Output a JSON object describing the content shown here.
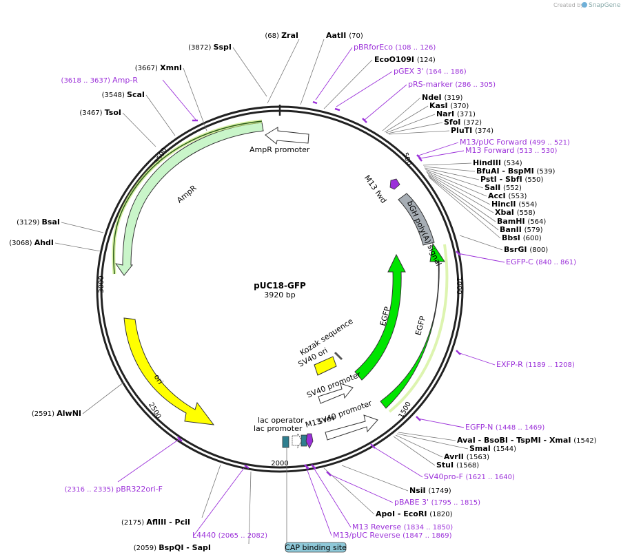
{
  "credit": {
    "text": "Created by",
    "brand": "SnapGene"
  },
  "plasmid": {
    "name": "pUC18-GFP",
    "length": "3920 bp"
  },
  "ticks": [
    "500",
    "1000",
    "1500",
    "2000",
    "2500",
    "3000",
    "3500"
  ],
  "features": {
    "ampr": "AmpR",
    "ampr_promoter": "AmpR promoter",
    "ori": "ori",
    "m13_fwd": "M13 fwd",
    "bgh_polya": "bGH poly(A) signal",
    "egfp_inner": "EGFP",
    "egfp_outer": "EGFP",
    "kozak": "Kozak sequence",
    "sv40_ori": "SV40 ori",
    "sv40_promoter": "SV40 promoter",
    "lac_operator": "lac operator",
    "lac_promoter": "lac promoter",
    "m13_rev": "M13 rev",
    "cap_binding_site": "CAP binding site"
  },
  "sites": [
    {
      "name": "ZraI",
      "pos": "(68)"
    },
    {
      "name": "AatII",
      "pos": "(70)"
    },
    {
      "name": "EcoO109I",
      "pos": "(124)"
    },
    {
      "name": "NdeI",
      "pos": "(319)"
    },
    {
      "name": "KasI",
      "pos": "(370)"
    },
    {
      "name": "NarI",
      "pos": "(371)"
    },
    {
      "name": "SfoI",
      "pos": "(372)"
    },
    {
      "name": "PluTI",
      "pos": "(374)"
    },
    {
      "name": "HindIII",
      "pos": "(534)"
    },
    {
      "name": "BfuAI - BspMI",
      "pos": "(539)"
    },
    {
      "name": "PstI - SbfI",
      "pos": "(550)"
    },
    {
      "name": "SalI",
      "pos": "(552)"
    },
    {
      "name": "AccI",
      "pos": "(553)"
    },
    {
      "name": "HincII",
      "pos": "(554)"
    },
    {
      "name": "XbaI",
      "pos": "(558)"
    },
    {
      "name": "BamHI",
      "pos": "(564)"
    },
    {
      "name": "BanII",
      "pos": "(579)"
    },
    {
      "name": "BbsI",
      "pos": "(600)"
    },
    {
      "name": "BsrGI",
      "pos": "(800)"
    },
    {
      "name": "AvaI - BsoBI - TspMI - XmaI",
      "pos": "(1542)"
    },
    {
      "name": "SmaI",
      "pos": "(1544)"
    },
    {
      "name": "AvrII",
      "pos": "(1563)"
    },
    {
      "name": "StuI",
      "pos": "(1568)"
    },
    {
      "name": "NsiI",
      "pos": "(1749)"
    },
    {
      "name": "ApoI - EcoRI",
      "pos": "(1820)"
    },
    {
      "name": "BspQI - SapI",
      "pos": "(2059)"
    },
    {
      "name": "AflIII - PciI",
      "pos": "(2175)"
    },
    {
      "name": "AlwNI",
      "pos": "(2591)"
    },
    {
      "name": "AhdI",
      "pos": "(3068)"
    },
    {
      "name": "BsaI",
      "pos": "(3129)"
    },
    {
      "name": "TsoI",
      "pos": "(3467)"
    },
    {
      "name": "ScaI",
      "pos": "(3548)"
    },
    {
      "name": "XmnI",
      "pos": "(3667)"
    },
    {
      "name": "SspI",
      "pos": "(3872)"
    }
  ],
  "primers": [
    {
      "name": "pBRforEco",
      "pos": "(108 .. 126)"
    },
    {
      "name": "pGEX 3'",
      "pos": "(164 .. 186)"
    },
    {
      "name": "pRS-marker",
      "pos": "(286 .. 305)"
    },
    {
      "name": "M13/pUC Forward",
      "pos": "(499 .. 521)"
    },
    {
      "name": "M13 Forward",
      "pos": "(513 .. 530)"
    },
    {
      "name": "EGFP-C",
      "pos": "(840 .. 861)"
    },
    {
      "name": "EXFP-R",
      "pos": "(1189 .. 1208)"
    },
    {
      "name": "EGFP-N",
      "pos": "(1448 .. 1469)"
    },
    {
      "name": "SV40pro-F",
      "pos": "(1621 .. 1640)"
    },
    {
      "name": "pBABE 3'",
      "pos": "(1795 .. 1815)"
    },
    {
      "name": "M13 Reverse",
      "pos": "(1834 .. 1850)"
    },
    {
      "name": "M13/pUC Reverse",
      "pos": "(1847 .. 1869)"
    },
    {
      "name": "L4440",
      "pos": "(2065 .. 2082)"
    },
    {
      "name": "pBR322ori-F",
      "pos": "(2316 .. 2335)"
    },
    {
      "name": "Amp-R",
      "pos": "(3618 .. 3637)"
    }
  ]
}
